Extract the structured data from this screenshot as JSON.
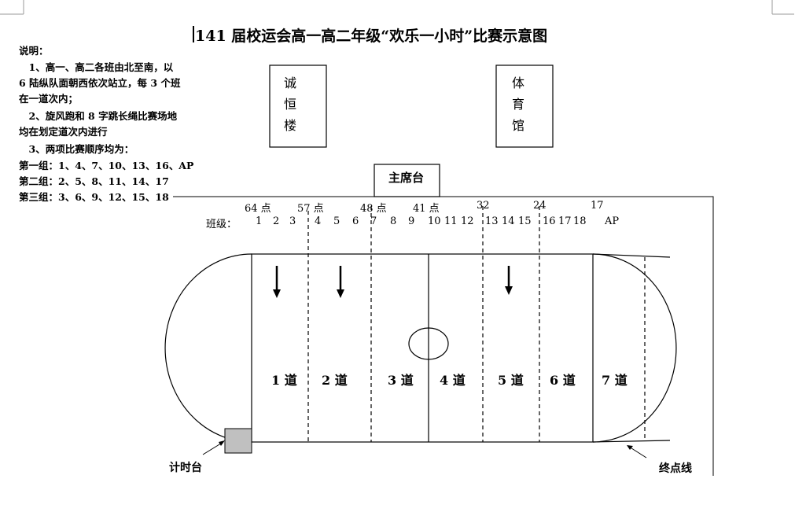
{
  "title": "141 届校运会高一高二年级“欢乐一小时”比赛示意图",
  "notes": [
    "说明：",
    "　1、高一、高二各班由北至南，以",
    "6 陆纵队面朝西依次站立，每 3 个班",
    "在一道次内；",
    "　2、旋风跑和 8 字跳长绳比赛场地",
    "均在划定道次内进行",
    "　3、两项比赛顺序均为：",
    "第一组：1、4、7、10、13、16、AP",
    "第二组：2、5、8、11、14、17",
    "第三组：3、6、9、12、15、18"
  ],
  "buildings": {
    "left": [
      "诚",
      "恒",
      "楼"
    ],
    "right": [
      "体",
      "育",
      "馆"
    ],
    "stand": "主席台"
  },
  "points": [
    "64 点",
    "57 点",
    "48 点",
    "41 点",
    "32",
    "24",
    "17"
  ],
  "class_label": "班级：",
  "classes": [
    "1",
    "2",
    "3",
    "4",
    "5",
    "6",
    "7",
    "8",
    "9",
    "10",
    "11",
    "12",
    "13",
    "14",
    "15",
    "16",
    "17",
    "18",
    "AP"
  ],
  "lanes": [
    "1 道",
    "2 道",
    "3 道",
    "4 道",
    "5 道",
    "6 道",
    "7 道"
  ],
  "timer": "计时台",
  "finish": "终点线"
}
